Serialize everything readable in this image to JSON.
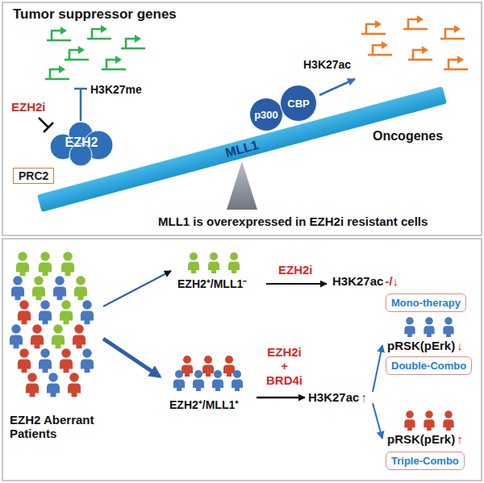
{
  "diagram": {
    "nodes": [
      {
        "text": [
          "EZH2"
        ]
      },
      {
        "text": [
          "PRC2"
        ]
      },
      {
        "text": [
          "MLL1"
        ]
      },
      {
        "text": [
          "p300"
        ]
      },
      {
        "text": [
          "CBP"
        ]
      },
      {
        "text": [
          "Mono-therapy"
        ]
      },
      {
        "text": [
          "Double-Combo"
        ]
      },
      {
        "text": [
          "Triple-Combo"
        ]
      }
    ],
    "labels": [
      "Tumor suppressor genes",
      "H3K27me",
      "EZH2i",
      "H3K27ac",
      "Oncogenes",
      "MLL1 is overexpressed in EZH2i resistant cells",
      "EZH2 Aberrant Patients",
      "EZH2⁺/MLL1⁻",
      "EZH2i",
      "H3K27ac",
      "-/↓",
      "EZH2⁺/MLL1⁺",
      "EZH2i + BRD4i",
      "H3K27ac",
      "↑",
      "pRSK(pErk)",
      "↓",
      "pRSK(pErk)",
      "↑"
    ]
  }
}
